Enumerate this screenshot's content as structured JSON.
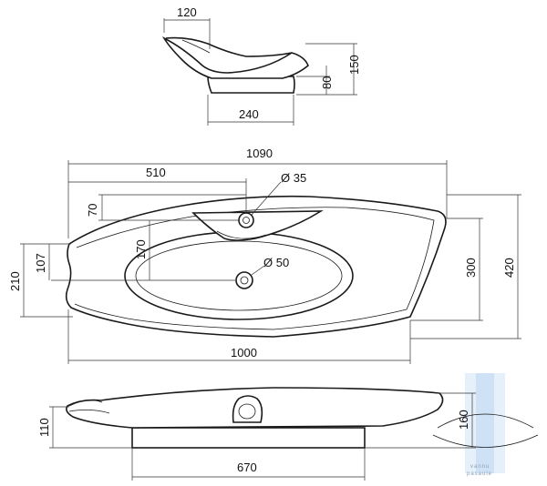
{
  "dimensions": {
    "top_view_nozzle_width": "120",
    "side_total_height": "150",
    "side_base_height": "80",
    "side_base_width": "240",
    "overall_width": "1090",
    "tap_offset": "510",
    "tap_hole": "Ø 35",
    "tap_depth": "70",
    "bowl_offset": "170",
    "drain_hole": "Ø 50",
    "left_width": "107",
    "left_outer": "210",
    "right_inner": "300",
    "right_outer": "420",
    "bottom_width": "1000",
    "front_height": "110",
    "front_right_height": "160",
    "front_base_width": "670"
  },
  "logo": {
    "text_line1": "vannu",
    "text_line2": "pasaule",
    "color": "#6fa0d8"
  }
}
